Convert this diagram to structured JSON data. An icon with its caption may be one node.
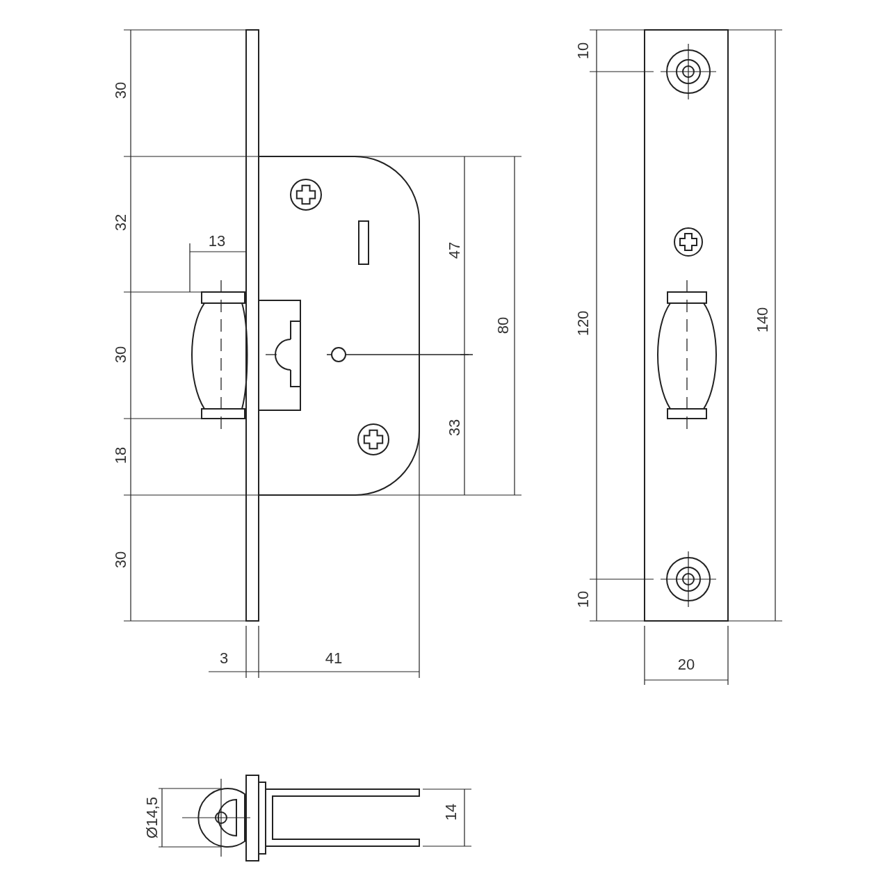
{
  "diagram": {
    "labels": [
      "10",
      "30",
      "13",
      "32",
      "47",
      "120",
      "140",
      "80",
      "30",
      "33",
      "18",
      "30",
      "10",
      "3",
      "41",
      "20",
      "Ø14,5",
      "14"
    ]
  }
}
